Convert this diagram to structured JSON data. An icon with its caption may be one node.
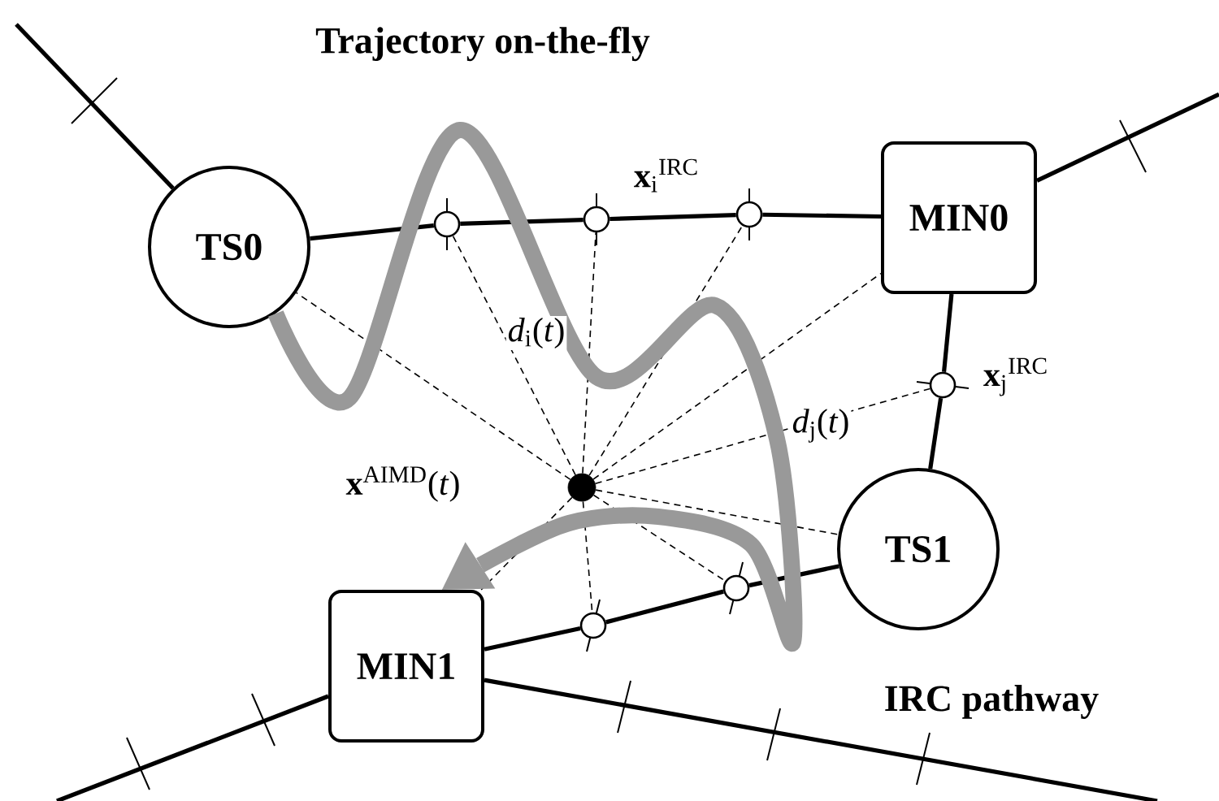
{
  "diagram": {
    "nodes": [
      {
        "text": [
          "TS0"
        ]
      },
      {
        "text": [],
        "shape": "circle"
      },
      {
        "text": [],
        "shape": "circle"
      },
      {
        "text": [],
        "shape": "circle"
      },
      {
        "text": [
          "MIN0"
        ]
      },
      {
        "text": [],
        "shape": "circle"
      },
      {
        "text": [],
        "shape": "circle"
      },
      {
        "text": [
          "TS1"
        ]
      },
      {
        "text": [],
        "shape": "circle"
      },
      {
        "text": [
          "MIN1"
        ]
      },
      {
        "text": [],
        "shape": "circle"
      }
    ],
    "edges": [
      {
        "from": null,
        "to": 0,
        "arrow": "none"
      },
      {
        "from": 0,
        "to": 1,
        "arrow": "none"
      },
      {
        "from": 1,
        "to": 2,
        "arrow": "none"
      },
      {
        "from": 2,
        "to": 3,
        "arrow": "none"
      },
      {
        "from": 3,
        "to": 4,
        "arrow": "none"
      },
      {
        "from": 4,
        "to": null,
        "arrow": "none"
      },
      {
        "from": 4,
        "to": 5,
        "arrow": "none"
      },
      {
        "from": 5,
        "to": 7,
        "arrow": "none"
      },
      {
        "from": 7,
        "to": 8,
        "arrow": "none"
      },
      {
        "from": 8,
        "to": 10,
        "arrow": "none"
      },
      {
        "from": 10,
        "to": 9,
        "arrow": "none"
      },
      {
        "from": 9,
        "to": null,
        "arrow": "none"
      },
      {
        "from": 9,
        "to": null,
        "arrow": "none"
      },
      {
        "from": 6,
        "to": 0,
        "arrow": "none",
        "style": "dashed"
      },
      {
        "from": 6,
        "to": 1,
        "arrow": "none",
        "style": "dashed"
      },
      {
        "from": 6,
        "to": 2,
        "arrow": "none",
        "style": "dashed"
      },
      {
        "from": 6,
        "to": 3,
        "arrow": "none",
        "style": "dashed"
      },
      {
        "from": 6,
        "to": 4,
        "arrow": "none",
        "style": "dashed"
      },
      {
        "from": 6,
        "to": 5,
        "arrow": "none",
        "style": "dashed"
      },
      {
        "from": 6,
        "to": 7,
        "arrow": "none",
        "style": "dashed"
      },
      {
        "from": 6,
        "to": 8,
        "arrow": "none",
        "style": "dashed"
      },
      {
        "from": 6,
        "to": 10,
        "arrow": "none",
        "style": "dashed"
      },
      {
        "from": 6,
        "to": 9,
        "arrow": "none",
        "style": "dashed"
      },
      {
        "from": 0,
        "to": 9,
        "arrow": "to",
        "style": "thick",
        "color": "#999999"
      }
    ],
    "labels": [
      "Trajectory on-the-fly",
      "**x**$_{i}$$^{IRC}$",
      "*d*$_{i}$(*t*)",
      "**x**$_{j}$$^{IRC}$",
      "*d*$_{j}$(*t*)",
      "**x**$^{AIMD}$(*t*)",
      "IRC pathway"
    ]
  }
}
